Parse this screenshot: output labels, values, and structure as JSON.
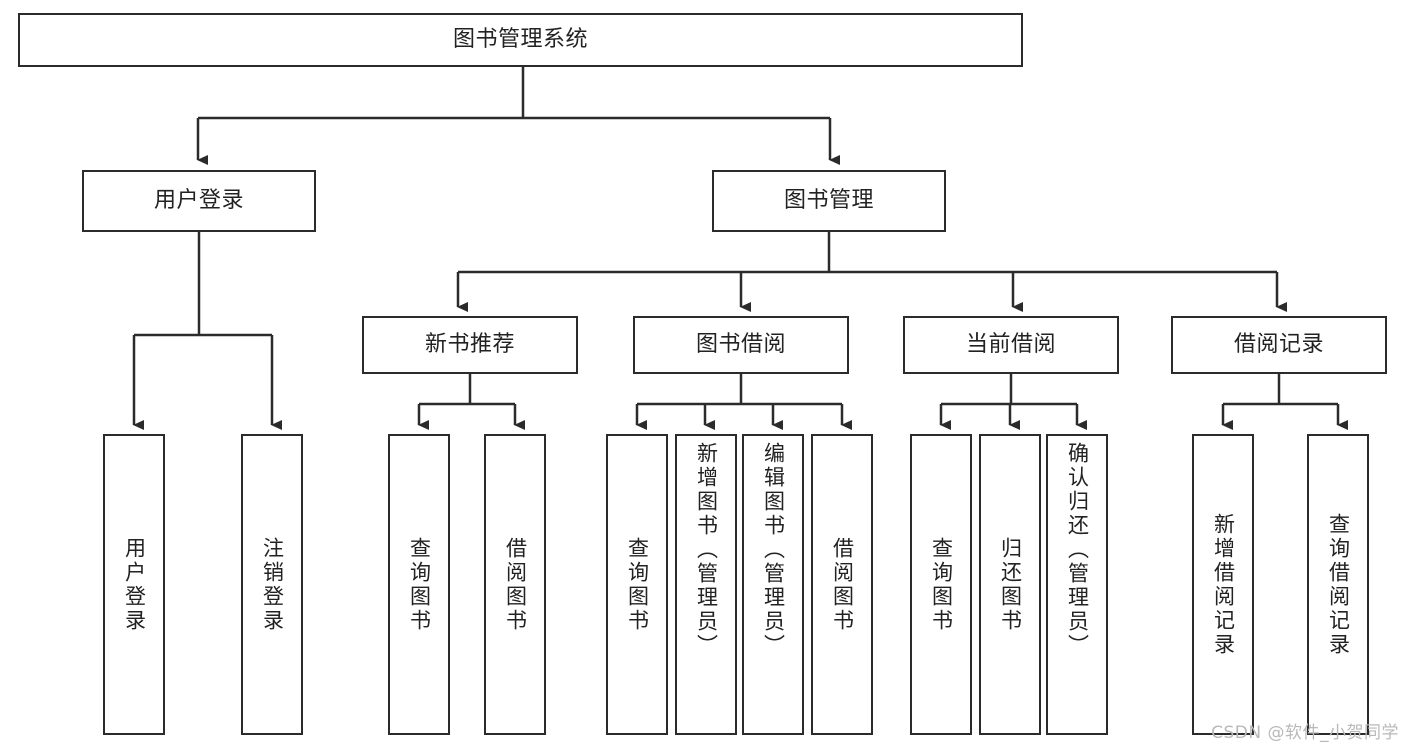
{
  "diagram": {
    "type": "tree-hierarchy",
    "title": "图书管理系统",
    "watermark": "CSDN @软件_小贺同学",
    "colors": {
      "stroke": "#2b2b2b",
      "background": "#ffffff",
      "text": "#222222",
      "watermark": "#b9b9b9"
    },
    "nodes": {
      "root": {
        "label": "图书管理系统"
      },
      "level2": [
        {
          "id": "user-login",
          "label": "用户登录"
        },
        {
          "id": "book-management",
          "label": "图书管理"
        }
      ],
      "level3": [
        {
          "id": "new-book-recommend",
          "label": "新书推荐"
        },
        {
          "id": "book-borrow",
          "label": "图书借阅"
        },
        {
          "id": "current-borrow",
          "label": "当前借阅"
        },
        {
          "id": "borrow-record",
          "label": "借阅记录"
        }
      ],
      "leaves": {
        "user_login": [
          {
            "id": "leaf-user-login",
            "label": "用户登录"
          },
          {
            "id": "leaf-logout-login",
            "label": "注销登录"
          }
        ],
        "new_book_recommend": [
          {
            "id": "leaf-query-book-1",
            "label": "查询图书"
          },
          {
            "id": "leaf-borrow-book-1",
            "label": "借阅图书"
          }
        ],
        "book_borrow": [
          {
            "id": "leaf-query-book-2",
            "label": "查询图书"
          },
          {
            "id": "leaf-add-book",
            "label": "新增图书（管理员）"
          },
          {
            "id": "leaf-edit-book",
            "label": "编辑图书（管理员）"
          },
          {
            "id": "leaf-borrow-book-2",
            "label": "借阅图书"
          }
        ],
        "current_borrow": [
          {
            "id": "leaf-query-book-3",
            "label": "查询图书"
          },
          {
            "id": "leaf-return-book",
            "label": "归还图书"
          },
          {
            "id": "leaf-confirm-return",
            "label": "确认归还（管理员）"
          }
        ],
        "borrow_record": [
          {
            "id": "leaf-add-record",
            "label": "新增借阅记录"
          },
          {
            "id": "leaf-query-record",
            "label": "查询借阅记录"
          }
        ]
      }
    }
  }
}
